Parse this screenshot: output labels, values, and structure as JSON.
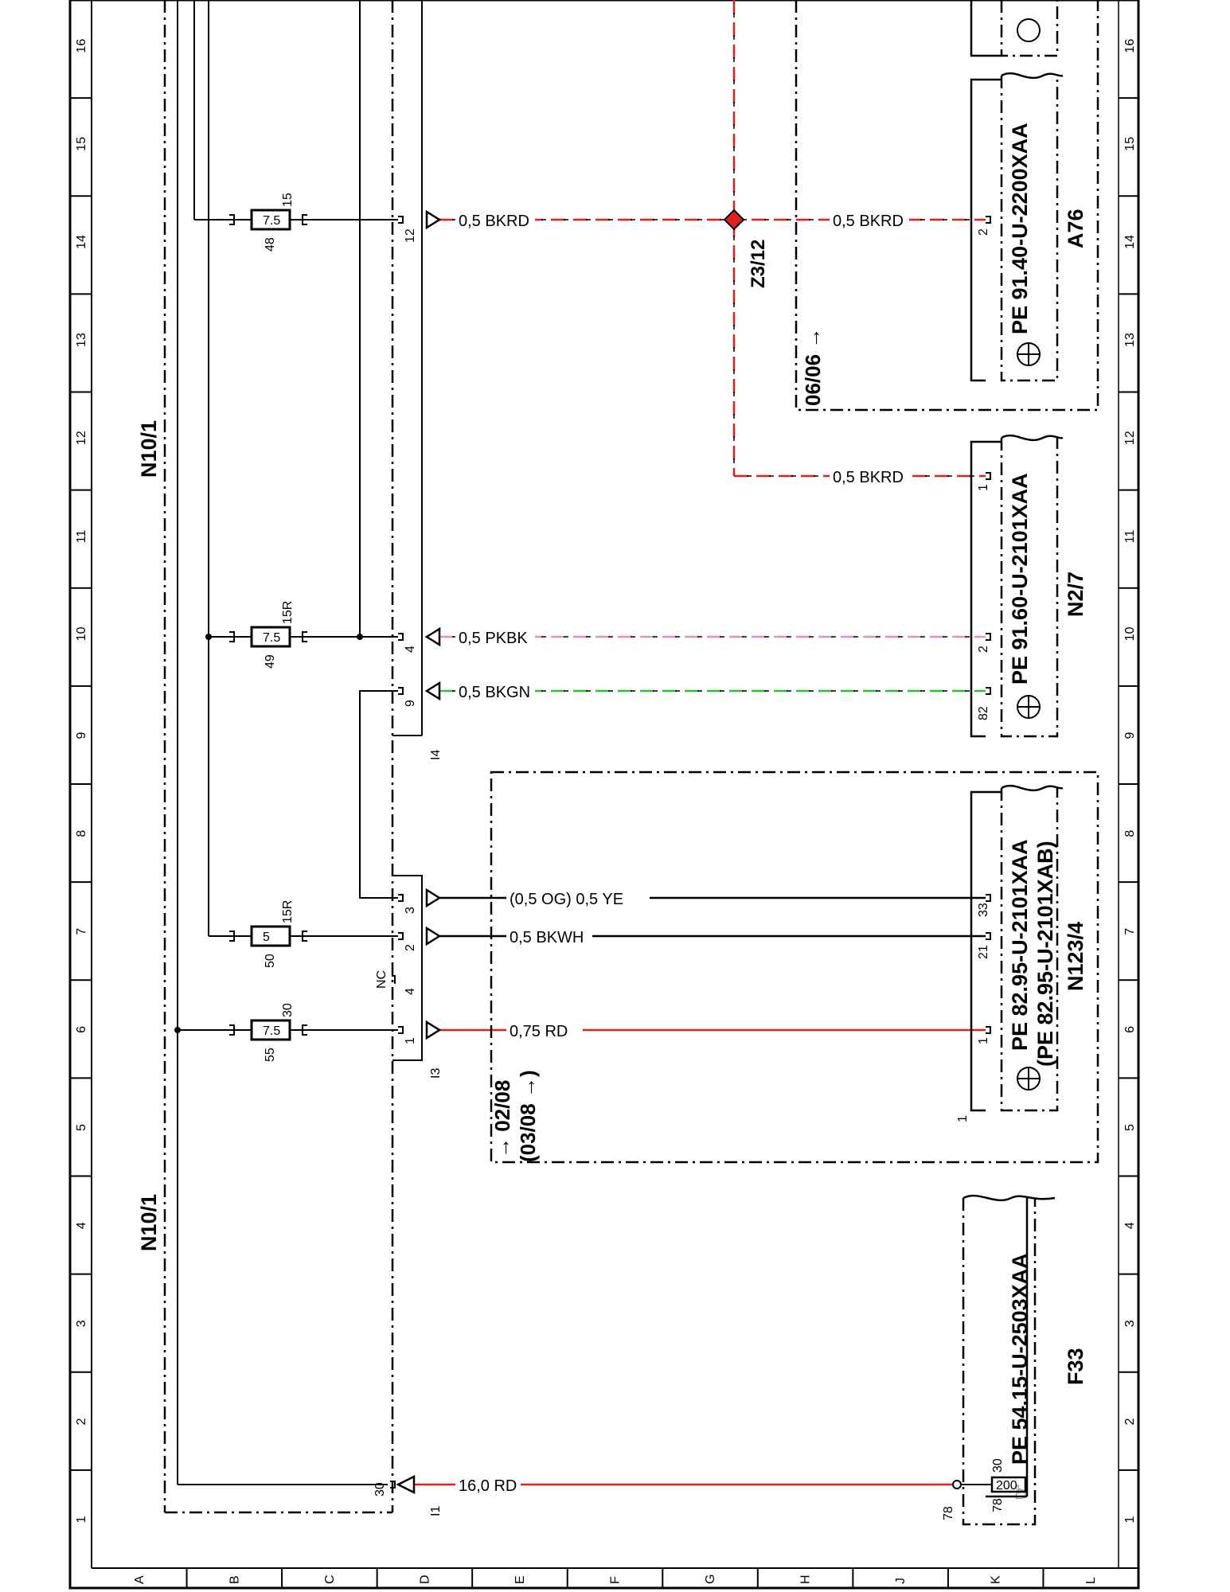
{
  "colors": {
    "red": "#e0201c",
    "black": "#000000",
    "pink": "#e58fc8",
    "green": "#30c030",
    "frame": "#000000"
  },
  "rows": [
    "A",
    "B",
    "C",
    "D",
    "E",
    "F",
    "G",
    "H",
    "J",
    "K",
    "L"
  ],
  "cols": [
    "1",
    "2",
    "3",
    "4",
    "5",
    "6",
    "7",
    "8",
    "9",
    "10",
    "11",
    "12",
    "13",
    "14",
    "15",
    "16"
  ],
  "module": {
    "name_top": "N10/1",
    "name_bottom": "N10/1"
  },
  "connectors": {
    "i1": "I1",
    "i3": "I3",
    "i4": "I4"
  },
  "pins": {
    "p30": "30",
    "p1": "1",
    "p4": "4",
    "p2": "2",
    "p3": "3",
    "p9": "9",
    "p4b": "4",
    "p12": "12",
    "nc": "NC"
  },
  "fuses": [
    {
      "num": "55",
      "amp": "7.5",
      "term": "30"
    },
    {
      "num": "50",
      "amp": "5",
      "term": "15R"
    },
    {
      "num": "49",
      "amp": "7.5",
      "term": "15R"
    },
    {
      "num": "48",
      "amp": "7.5",
      "term": "15"
    }
  ],
  "wires": {
    "w1": "16,0 RD",
    "w2": "0,75 RD",
    "w3": "0,5 BKWH",
    "w4": "(0,5 OG) 0,5 YE",
    "w5": "0,5 BKGN",
    "w6": "0,5 PKBK",
    "w7": "0,5 BKRD",
    "w8": "0,5 BKRD",
    "w9": "0,5 BKRD"
  },
  "splice": "Z3/12",
  "f33": {
    "name": "F33",
    "part": "PE  54.15-U-2503XAA",
    "fuse_amp": "200",
    "term_a": "30",
    "term_b": "78",
    "node": "78"
  },
  "n123": {
    "name": "N123/4",
    "part1": "PE  82.95-U-2101XAA",
    "part2": "(PE  82.95-U-2101XAB)",
    "date1": "→ 02/08",
    "date2": "(03/08 →)",
    "pin1": "1",
    "pin21": "21",
    "pin33": "33",
    "pinlow": "1"
  },
  "n27": {
    "name": "N2/7",
    "part": "PE  91.60-U-2101XAA",
    "pin82": "82",
    "pin2": "2",
    "pin1": "1"
  },
  "a76": {
    "name": "A76",
    "part": "PE  91.40-U-2200XAA",
    "pin2": "2",
    "date": "06/06 →"
  }
}
